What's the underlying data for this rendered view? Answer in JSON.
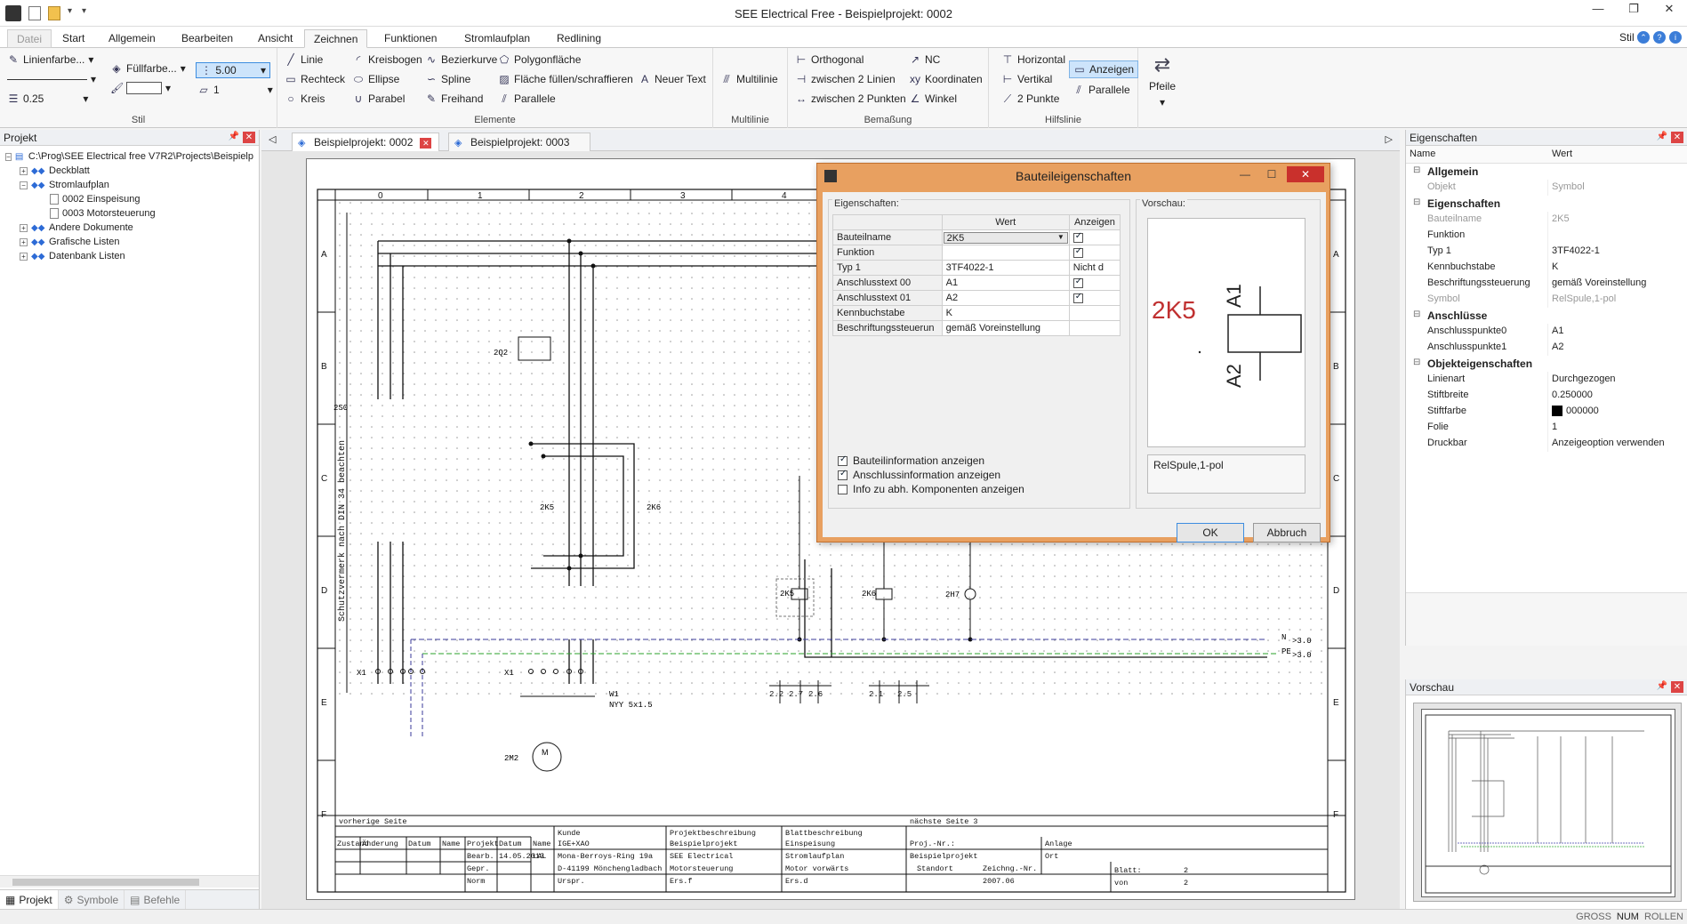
{
  "app": {
    "title": "SEE Electrical Free - Beispielprojekt: 0002"
  },
  "ribbon_tabs": [
    "Datei",
    "Start",
    "Allgemein",
    "Bearbeiten",
    "Ansicht",
    "Zeichnen",
    "Funktionen",
    "Stromlaufplan",
    "Redlining"
  ],
  "ribbon_right": {
    "stil": "Stil"
  },
  "stil_group": {
    "label": "Stil",
    "linienfarbe": "Linienfarbe...",
    "fuellfarbe": "Füllfarbe...",
    "line_width": "0.25",
    "size_value": "5.00",
    "layer_value": "1"
  },
  "elemente_group": {
    "label": "Elemente",
    "linie": "Linie",
    "kreisbogen": "Kreisbogen",
    "bezierkurve": "Bezierkurve",
    "polygonflaeche": "Polygonfläche",
    "rechteck": "Rechteck",
    "ellipse": "Ellipse",
    "spline": "Spline",
    "flaeche": "Fläche füllen/schraffieren",
    "neuer_text": "Neuer Text",
    "kreis": "Kreis",
    "parabel": "Parabel",
    "freihand": "Freihand",
    "parallele": "Parallele"
  },
  "multilinie_group": {
    "label": "Multilinie",
    "multilinie": "Multilinie"
  },
  "bemassung_group": {
    "label": "Bemaßung",
    "orthogonal": "Orthogonal",
    "nc": "NC",
    "zwischen_linien": "zwischen 2 Linien",
    "koordinaten": "Koordinaten",
    "zwischen_punkten": "zwischen 2 Punkten",
    "winkel": "Winkel"
  },
  "hilfslinie_group": {
    "label": "Hilfslinie",
    "horizontal": "Horizontal",
    "anzeigen": "Anzeigen",
    "vertikal": "Vertikal",
    "parallele": "Parallele",
    "zwei_punkte": "2 Punkte",
    "pfeile": "Pfeile"
  },
  "left_panel": {
    "title": "Projekt",
    "root": "C:\\Prog\\SEE Electrical free V7R2\\Projects\\Beispielp",
    "items": [
      "Deckblatt",
      "Stromlaufplan",
      "0002 Einspeisung",
      "0003 Motorsteuerung",
      "Andere Dokumente",
      "Grafische Listen",
      "Datenbank Listen"
    ],
    "tabs": [
      "Projekt",
      "Symbole",
      "Befehle"
    ]
  },
  "doc_tabs": [
    "Beispielprojekt: 0002",
    "Beispielprojekt: 0003"
  ],
  "drawing": {
    "columns": [
      "0",
      "1",
      "2",
      "3",
      "4"
    ],
    "rows": [
      "A",
      "B",
      "C",
      "D",
      "E",
      "F"
    ],
    "labels": {
      "q": "2Q2",
      "s0": "2S0",
      "k5": "2K5",
      "k6": "2K6",
      "k5b": "2K5",
      "k6b": "2K6",
      "h7": "2H7",
      "x1a": "X1",
      "x1b": "X1",
      "m2": "2M2",
      "w1": "W1",
      "cable": "NYY 5x1.5",
      "n": "N",
      "pe": "PE",
      "ref1": ">3.0",
      "ref2": ">3.0",
      "vertical_note": "Schutzvermerk nach DIN 34 beachten",
      "ta": "2.2",
      "tb": "2.7",
      "tc": "2.6",
      "td": "2.1",
      "te": "2.5"
    },
    "title_block": {
      "vorherige": "vorherige Seite",
      "naechste": "nächste Seite  3",
      "zustand": "Zustand",
      "aenderung": "Änderung",
      "datum": "Datum",
      "name": "Name",
      "projekt": "Projekt",
      "datum2": "Datum",
      "name2": "Name",
      "bearb": "Bearb.",
      "bearb_date": "14.05.2013",
      "bearb_name": "LAL",
      "gepr": "Gepr.",
      "norm": "Norm",
      "kunde": "Kunde",
      "kunde1": "IGE+XAO",
      "kunde2": "Mona-Berroys-Ring 19a",
      "kunde3": "D-41199 Mönchengladbach",
      "ursp": "Urspr.",
      "projbeschr": "Projektbeschreibung",
      "pb1": "Beispielprojekt",
      "pb2": "SEE Electrical",
      "pb3": "Motorsteuerung",
      "ersf": "Ers.f",
      "blattbeschr": "Blattbeschreibung",
      "bb1": "Einspeisung",
      "bb2": "Stromlaufplan",
      "bb3": "Motor vorwärts",
      "ersd": "Ers.d",
      "projnr": "Proj.-Nr.:",
      "beispiel": "Beispielprojekt",
      "anlage": "Anlage",
      "ort": "Ort",
      "standort": "Standort",
      "zeichnr": "Zeichng.-Nr.",
      "zeichnr_val": "2007.06",
      "blatt": "Blatt:",
      "blatt_val": "2",
      "von": "von",
      "von_val": "2"
    }
  },
  "dialog": {
    "title": "Bauteileigenschaften",
    "eigenschaften_label": "Eigenschaften:",
    "vorschau_label": "Vorschau:",
    "col_wert": "Wert",
    "col_anzeigen": "Anzeigen",
    "rows": [
      {
        "name": "Bauteilname",
        "value": "2K5",
        "show": "check"
      },
      {
        "name": "Funktion",
        "value": "",
        "show": "check"
      },
      {
        "name": "Typ 1",
        "value": "3TF4022-1",
        "show": "Nicht d"
      },
      {
        "name": "Anschlusstext 00",
        "value": "A1",
        "show": "check"
      },
      {
        "name": "Anschlusstext 01",
        "value": "A2",
        "show": "check"
      },
      {
        "name": "Kennbuchstabe",
        "value": "K",
        "show": ""
      },
      {
        "name": "Beschriftungssteuerun",
        "value": "gemäß Voreinstellung",
        "show": ""
      }
    ],
    "checks": [
      "Bauteilinformation anzeigen",
      "Anschlussinformation anzeigen",
      "Info zu abh. Komponenten anzeigen"
    ],
    "preview_name": "2K5",
    "preview_a1": "A1",
    "preview_a2": "A2",
    "symbol_name": "RelSpule,1-pol",
    "ok": "OK",
    "cancel": "Abbruch"
  },
  "properties": {
    "title": "Eigenschaften",
    "col_name": "Name",
    "col_wert": "Wert",
    "allgemein": "Allgemein",
    "objekt_k": "Objekt",
    "objekt_v": "Symbol",
    "eigenschaften": "Eigenschaften",
    "bauteilname_k": "Bauteilname",
    "bauteilname_v": "2K5",
    "funktion_k": "Funktion",
    "typ_k": "Typ 1",
    "typ_v": "3TF4022-1",
    "kenn_k": "Kennbuchstabe",
    "kenn_v": "K",
    "beschr_k": "Beschriftungssteuerung",
    "beschr_v": "gemäß Voreinstellung",
    "symbol_k": "Symbol",
    "symbol_v": "RelSpule,1-pol",
    "anschluesse": "Anschlüsse",
    "ap0_k": "Anschlusspunkte0",
    "ap0_v": "A1",
    "ap1_k": "Anschlusspunkte1",
    "ap1_v": "A2",
    "objekteig": "Objekteigenschaften",
    "linienart_k": "Linienart",
    "linienart_v": "Durchgezogen",
    "stiftbreite_k": "Stiftbreite",
    "stiftbreite_v": "0.250000",
    "stiftfarbe_k": "Stiftfarbe",
    "stiftfarbe_v": "000000",
    "folie_k": "Folie",
    "folie_v": "1",
    "druckbar_k": "Druckbar",
    "druckbar_v": "Anzeigeoption verwenden"
  },
  "preview_panel": {
    "title": "Vorschau"
  },
  "status": {
    "gross": "GROSS",
    "num": "NUM",
    "rollen": "ROLLEN"
  }
}
